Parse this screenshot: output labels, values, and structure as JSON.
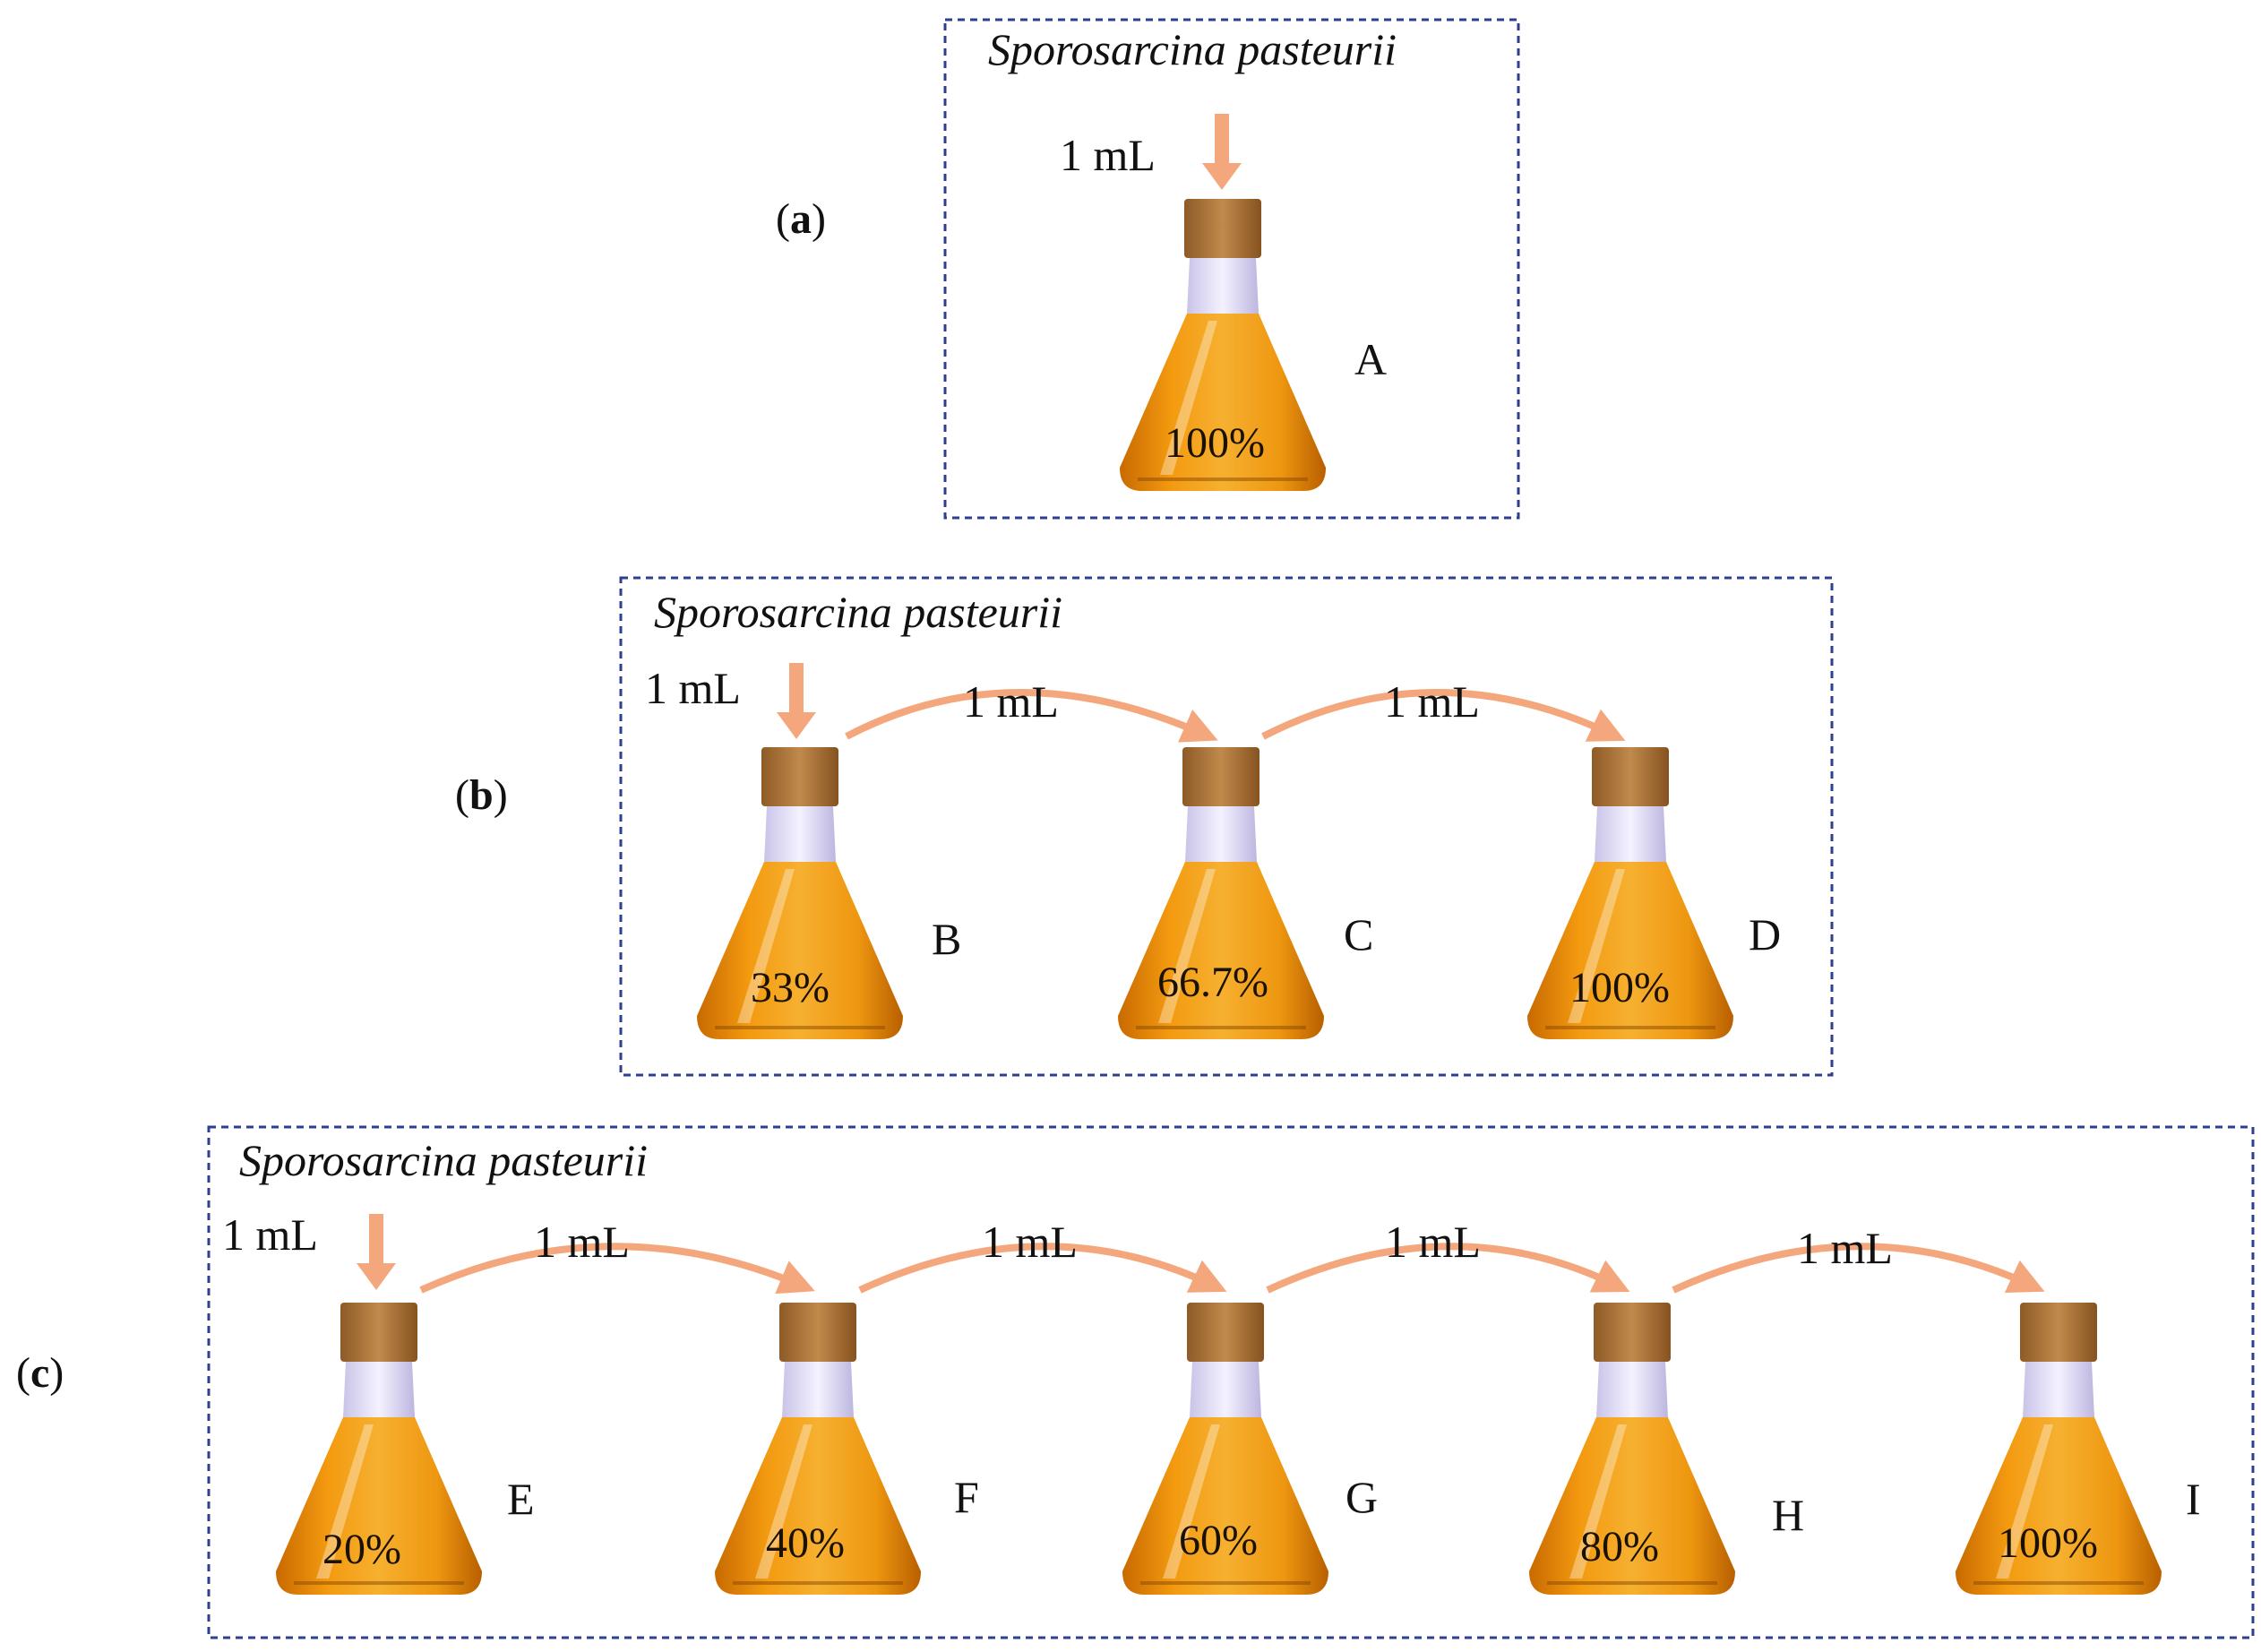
{
  "colors": {
    "arrow": "#f4a77c",
    "liquid": "#f0a012",
    "liquid_dark": "#c66f00",
    "cork": "#b27a3c",
    "box_border": "#2e3f8f"
  },
  "panels": [
    {
      "tag_open": "(",
      "tag_letter": "a",
      "tag_close": ")",
      "organism": "Sporosarcina pasteurii",
      "inoculum": "1 mL",
      "flasks": [
        {
          "label": "A",
          "percent": "100%"
        }
      ],
      "transfers": []
    },
    {
      "tag_open": "(",
      "tag_letter": "b",
      "tag_close": ")",
      "organism": "Sporosarcina pasteurii",
      "inoculum": "1 mL",
      "flasks": [
        {
          "label": "B",
          "percent": "33%"
        },
        {
          "label": "C",
          "percent": "66.7%"
        },
        {
          "label": "D",
          "percent": "100%"
        }
      ],
      "transfers": [
        "1 mL",
        "1 mL"
      ]
    },
    {
      "tag_open": "(",
      "tag_letter": "c",
      "tag_close": ")",
      "organism": "Sporosarcina pasteurii",
      "inoculum": "1 mL",
      "flasks": [
        {
          "label": "E",
          "percent": "20%"
        },
        {
          "label": "F",
          "percent": "40%"
        },
        {
          "label": "G",
          "percent": "60%"
        },
        {
          "label": "H",
          "percent": "80%"
        },
        {
          "label": "I",
          "percent": "100%"
        }
      ],
      "transfers": [
        "1 mL",
        "1 mL",
        "1 mL",
        "1 mL"
      ]
    }
  ]
}
